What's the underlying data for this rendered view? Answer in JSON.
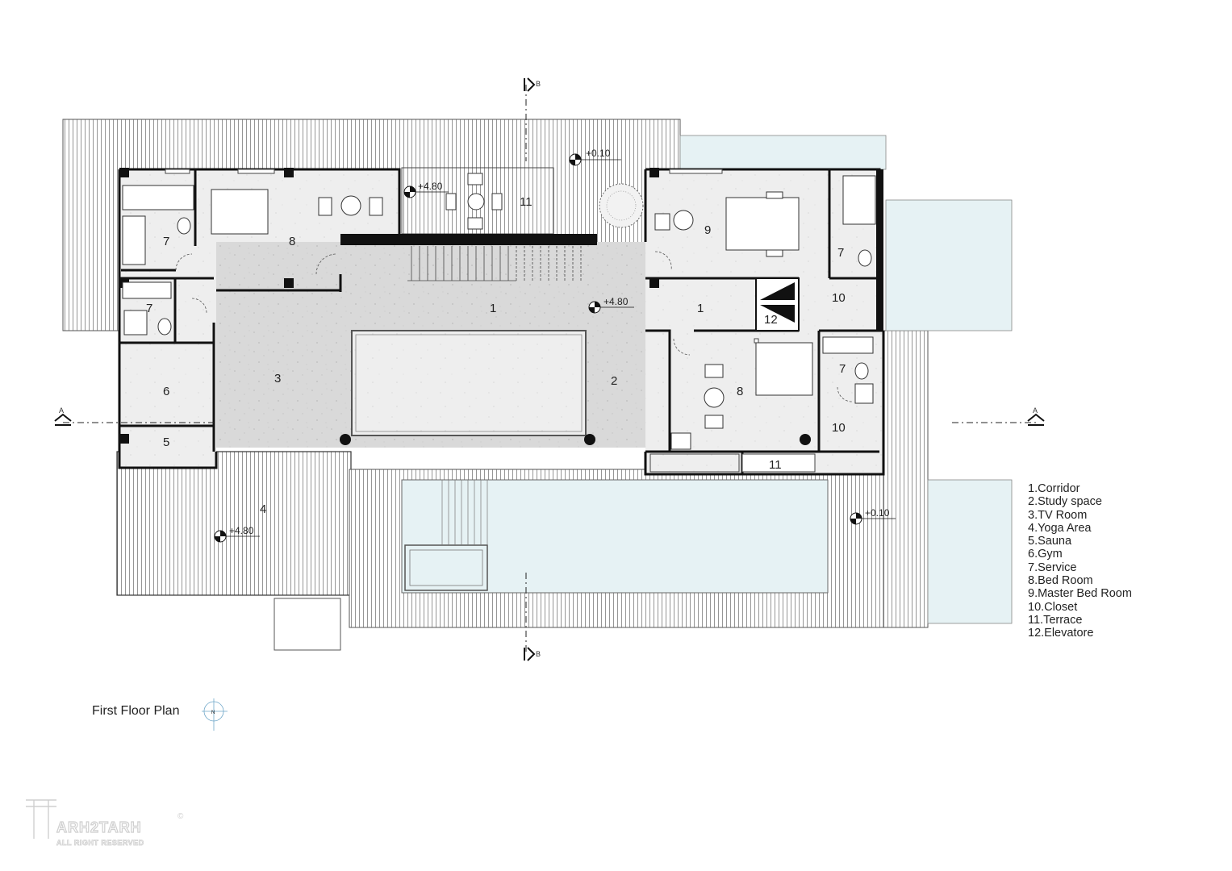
{
  "drawing": {
    "title": "First Floor Plan",
    "north_label": "N"
  },
  "legend": [
    "1.Corridor",
    "2.Study space",
    "3.TV Room",
    "4.Yoga Area",
    "5.Sauna",
    "6.Gym",
    "7.Service",
    "8.Bed Room",
    "9.Master Bed Room",
    "10.Closet",
    "11.Terrace",
    "12.Elevatore"
  ],
  "room_numbers": {
    "r1a": "1",
    "r1b": "1",
    "r2": "2",
    "r3": "3",
    "r4": "4",
    "r5": "5",
    "r6": "6",
    "r7a": "7",
    "r7b": "7",
    "r7c": "7",
    "r7d": "7",
    "r8a": "8",
    "r8b": "8",
    "r9": "9",
    "r10a": "10",
    "r10b": "10",
    "r11a": "11",
    "r11b": "11",
    "r12": "12"
  },
  "levels": {
    "l1": "+4.80",
    "l2": "+0.10",
    "l3": "+4.80",
    "l4": "+4.80",
    "l5": "+0.10"
  },
  "sections": {
    "a_left": "A",
    "a_right": "A",
    "b_top": "B",
    "b_bottom": "B"
  },
  "watermark": {
    "brand": "ARH2TARH",
    "rights": "ALL RIGHT RESERVED",
    "copyright": "©"
  },
  "colors": {
    "wall": "#111111",
    "concrete": "#dcdcdc",
    "floor": "#eeeeee",
    "water": "#e6f2f4",
    "deck_line": "#6a6a6a",
    "watermark": "#cfcfcf"
  }
}
